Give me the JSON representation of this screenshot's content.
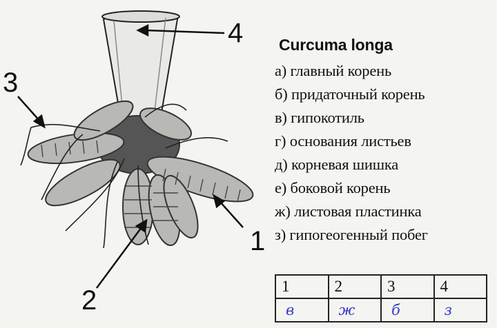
{
  "figure": {
    "callouts": [
      "1",
      "2",
      "3",
      "4"
    ]
  },
  "legend": {
    "title": "Curcuma longa",
    "options": [
      "а) главный корень",
      "б) придаточный корень",
      "в) гипокотиль",
      "г) основания листьев",
      "д) корневая шишка",
      "е) боковой корень",
      "ж) листовая пластинка",
      "з) гипогеогенный побег"
    ]
  },
  "answer_table": {
    "headers": [
      "1",
      "2",
      "3",
      "4"
    ],
    "answers": [
      "в",
      "ж",
      "б",
      "з"
    ]
  },
  "colors": {
    "ink": "#111111",
    "handwriting": "#3a3fc8"
  }
}
